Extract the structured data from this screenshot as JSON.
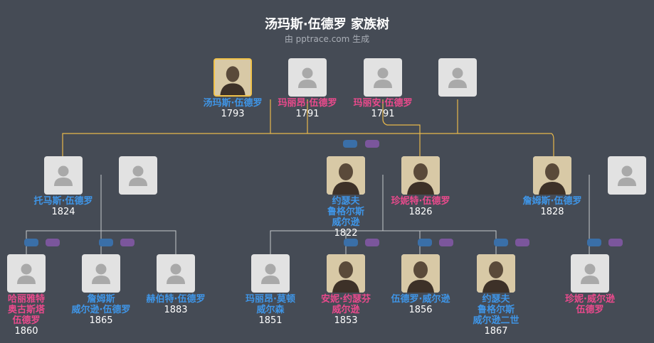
{
  "title": "汤玛斯·伍德罗 家族树",
  "subtitle": "由 pptrace.com 生成",
  "colors": {
    "background": "#454b55",
    "male": "#3f95e6",
    "female": "#e94a8c",
    "selected_border": "#f1c24a",
    "gold_line": "#e8b84b",
    "grey_line": "#c5c8cc"
  },
  "people": [
    {
      "id": "p1",
      "name": "汤玛斯·伍德罗",
      "year": "1793",
      "gender": "male",
      "photo": "portrait",
      "selected": true
    },
    {
      "id": "p2",
      "name": "玛丽昂·伍德罗",
      "year": "1791",
      "gender": "female",
      "photo": "avatar-icon"
    },
    {
      "id": "p3",
      "name": "玛丽安·伍德罗",
      "year": "1791",
      "gender": "female",
      "photo": "avatar-icon"
    },
    {
      "id": "p4",
      "name": "",
      "year": "",
      "gender": "male",
      "photo": "avatar-icon"
    },
    {
      "id": "p5",
      "name": "托马斯·伍德罗",
      "year": "1824",
      "gender": "male",
      "photo": "avatar-icon"
    },
    {
      "id": "p6",
      "name": "",
      "year": "",
      "gender": "female",
      "photo": "avatar-icon"
    },
    {
      "id": "p7",
      "name": "约瑟夫\n鲁格尔斯\n威尔逊",
      "year": "1822",
      "gender": "male",
      "photo": "portrait"
    },
    {
      "id": "p8",
      "name": "珍妮特·伍德罗",
      "year": "1826",
      "gender": "female",
      "photo": "portrait"
    },
    {
      "id": "p9",
      "name": "詹姆斯·伍德罗",
      "year": "1828",
      "gender": "male",
      "photo": "portrait"
    },
    {
      "id": "p10",
      "name": "",
      "year": "",
      "gender": "female",
      "photo": "avatar-icon"
    },
    {
      "id": "p11",
      "name": "哈丽雅特\n奥古斯塔\n伍德罗",
      "year": "1860",
      "gender": "female",
      "photo": "avatar-icon"
    },
    {
      "id": "p12",
      "name": "詹姆斯\n威尔逊·伍德罗",
      "year": "1865",
      "gender": "male",
      "photo": "avatar-icon"
    },
    {
      "id": "p13",
      "name": "赫伯特·伍德罗",
      "year": "1883",
      "gender": "male",
      "photo": "avatar-icon"
    },
    {
      "id": "p14",
      "name": "玛丽昂·莫顿\n威尔森",
      "year": "1851",
      "gender": "male",
      "photo": "avatar-icon"
    },
    {
      "id": "p15",
      "name": "安妮·约瑟芬\n威尔逊",
      "year": "1853",
      "gender": "female",
      "photo": "portrait"
    },
    {
      "id": "p16",
      "name": "伍德罗·威尔逊",
      "year": "1856",
      "gender": "male",
      "photo": "portrait"
    },
    {
      "id": "p17",
      "name": "约瑟夫\n鲁格尔斯\n威尔逊二世",
      "year": "1867",
      "gender": "male",
      "photo": "portrait"
    },
    {
      "id": "p18",
      "name": "珍妮·威尔逊\n伍德罗",
      "year": "",
      "gender": "female",
      "photo": "avatar-icon"
    }
  ]
}
